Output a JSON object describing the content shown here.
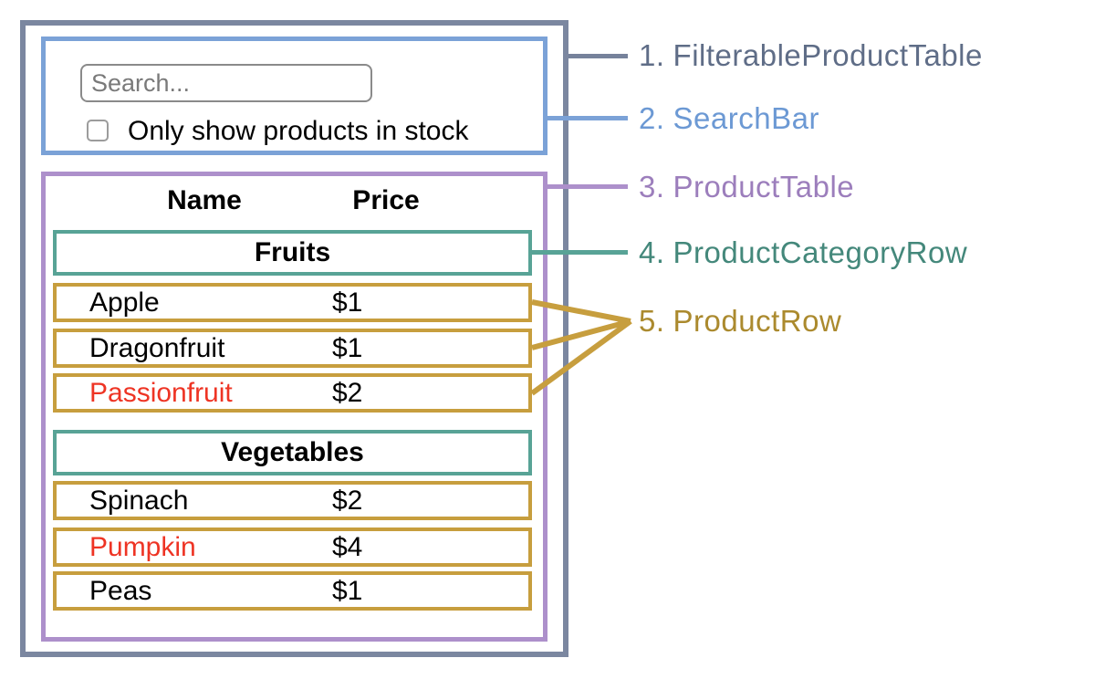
{
  "annotations": [
    {
      "number": "1.",
      "label": "FilterableProductTable",
      "color": "#5f6d87"
    },
    {
      "number": "2.",
      "label": "SearchBar",
      "color": "#6c99d4"
    },
    {
      "number": "3.",
      "label": "ProductTable",
      "color": "#9c7ebc"
    },
    {
      "number": "4.",
      "label": "ProductCategoryRow",
      "color": "#44887b"
    },
    {
      "number": "5.",
      "label": "ProductRow",
      "color": "#ab8a2e"
    }
  ],
  "searchbar": {
    "input_placeholder": "Search...",
    "checkbox_label": "Only show products in stock",
    "checkbox_checked": false
  },
  "product_table": {
    "name_header": "Name",
    "price_header": "Price",
    "sections": [
      {
        "category": "Fruits",
        "rows": [
          {
            "name": "Apple",
            "price": "$1",
            "out_of_stock": false
          },
          {
            "name": "Dragonfruit",
            "price": "$1",
            "out_of_stock": false
          },
          {
            "name": "Passionfruit",
            "price": "$2",
            "out_of_stock": true
          }
        ]
      },
      {
        "category": "Vegetables",
        "rows": [
          {
            "name": "Spinach",
            "price": "$2",
            "out_of_stock": false
          },
          {
            "name": "Pumpkin",
            "price": "$4",
            "out_of_stock": true
          },
          {
            "name": "Peas",
            "price": "$1",
            "out_of_stock": false
          }
        ]
      }
    ]
  },
  "colors": {
    "outer_border": "#7b87a0",
    "searchbar_border": "#7ba2d7",
    "product_table_border": "#ad90cb",
    "category_row_border": "#58a396",
    "product_row_border": "#c79e3e",
    "out_of_stock_text": "#ee3424",
    "text": "#000000"
  }
}
